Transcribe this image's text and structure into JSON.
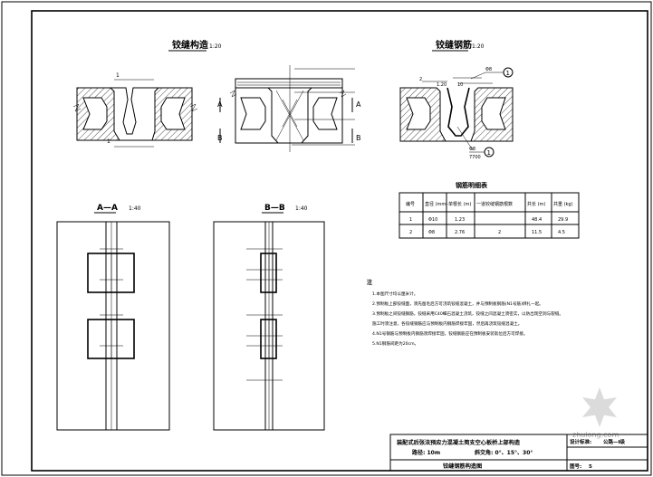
{
  "drawing": {
    "top_left": {
      "title": "铰缝构造",
      "scale": "1:20",
      "labels": [
        "1",
        "1"
      ]
    },
    "top_middle": {
      "labels": {
        "A_top": "A",
        "A_bottom": "A",
        "B_top": "B",
        "B_bottom": "B"
      }
    },
    "top_right": {
      "title": "铰缝钢筋",
      "scale": "1:20",
      "dim_left": "2",
      "dim_mid": "1.20",
      "dim_right": "10",
      "callout_1": "1",
      "callout_2": "1",
      "bar_top": "Φ8",
      "bar_bottom": "Φ8",
      "bar_bottom_spacing": "7700"
    },
    "section_aa": {
      "title": "A—A",
      "scale": "1:40"
    },
    "section_bb": {
      "title": "B—B",
      "scale": "1:40"
    },
    "rebar_table": {
      "title": "钢筋明细表",
      "headers": [
        "编号",
        "直径 (mm)",
        "单根长 (m)",
        "一道铰缝钢筋根数",
        "共长 (m)",
        "共重 (kg)"
      ],
      "rows": [
        [
          "1",
          "Φ10",
          "1.23",
          "",
          "48.4",
          "29.9"
        ],
        [
          "2",
          "Φ8",
          "2.76",
          "2",
          "11.5",
          "4.5"
        ]
      ]
    },
    "notes": {
      "heading": "注",
      "items": [
        "1.本图尺寸均以厘米计。",
        "2.预制板上部铰缝面，须先凿毛后方可浇筑铰缝混凝土，并与预制板钢筋(N1号筋)绑扎一起。",
        "3.预制板之间铰缝钢筋，铰缝采用C40细石混凝土浇筑，铰缝之间混凝土须密实，以防出现空洞与裂缝。",
        "  施工时须注意，各铰缝钢筋应与预制板内钢筋焊接牢固，然后再浇筑铰缝混凝土。",
        "4.N1号钢筋与预制板内钢筋须焊接牢固，铰缝钢筋应在预制板安装就位后方可焊接。",
        "5.N1钢筋间距为20cm。"
      ]
    },
    "title_block": {
      "project_line1": "装配式后张法预应力混凝土简支空心板桥上部构造",
      "project_line2a": "路径: 10m",
      "project_line2b": "斜交角: 0°、15°、30°",
      "drawing_name": "铰缝钢筋构造图",
      "design_label": "设计标准:",
      "design_value": "公路—I级",
      "drawing_no_label": "图号:",
      "drawing_no_value": "5"
    },
    "watermark": "zhulong.com"
  }
}
